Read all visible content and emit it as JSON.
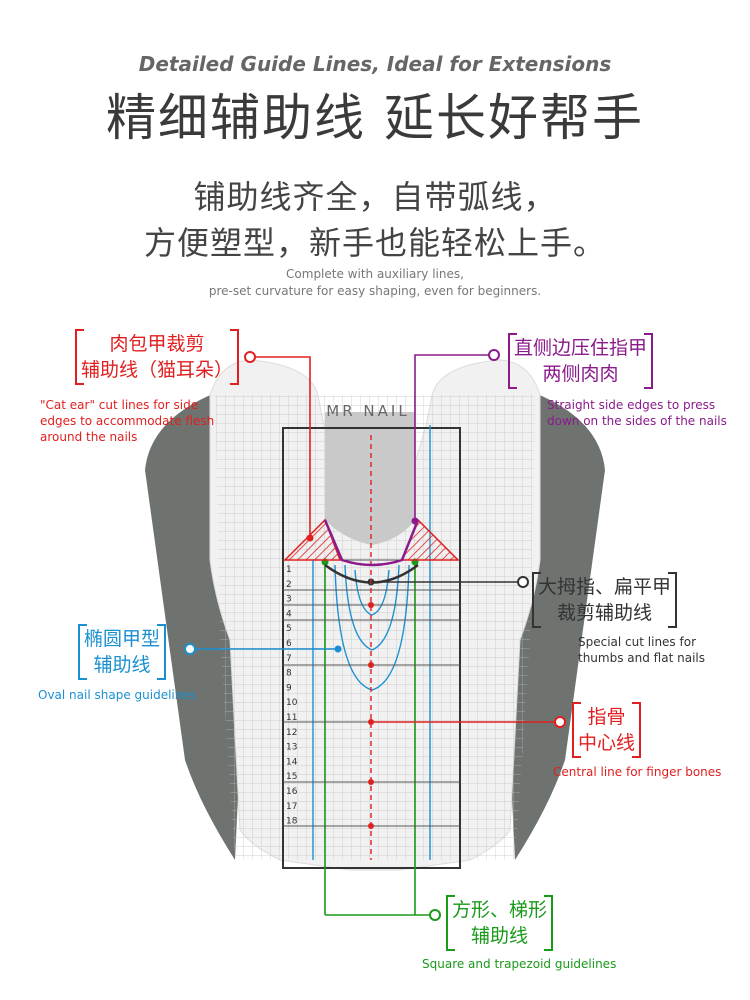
{
  "header": {
    "subtitle_en": "Detailed Guide Lines, Ideal for Extensions",
    "title_cn": "精细辅助线 延长好帮手"
  },
  "intro": {
    "line1_cn": "铺助线齐全，自带弧线，",
    "line2_cn": "方便塑型，新手也能轻松上手。",
    "line1_en": "Complete with auxiliary lines,",
    "line2_en": "pre-set curvature for easy shaping, even for beginners."
  },
  "form": {
    "brand": "MR NAIL",
    "scale_numbers": [
      "1",
      "2",
      "3",
      "4",
      "5",
      "6",
      "7",
      "8",
      "9",
      "10",
      "11",
      "12",
      "13",
      "14",
      "15",
      "16",
      "17",
      "18"
    ]
  },
  "callouts": {
    "cat_ear": {
      "label_cn_1": "肉包甲裁剪",
      "label_cn_2": "辅助线（猫耳朵）",
      "note_1": "\"Cat ear\" cut lines for side",
      "note_2": "edges to accommodate flesh",
      "note_3": "around the nails",
      "color": "#e02020"
    },
    "straight_side": {
      "label_cn_1": "直侧边压住指甲",
      "label_cn_2": "两侧肉肉",
      "note_1": "Straight side edges to press",
      "note_2": "down on the sides of the nails",
      "color": "#8b1a8b"
    },
    "thumb": {
      "label_cn_1": "大拇指、扁平甲",
      "label_cn_2": "裁剪辅助线",
      "note_1": "Special cut lines for",
      "note_2": "thumbs and flat nails",
      "color": "#333333"
    },
    "oval": {
      "label_cn_1": "椭圆甲型",
      "label_cn_2": "辅助线",
      "note_1": "Oval nail shape guidelines",
      "color": "#1a90d0"
    },
    "center": {
      "label_cn_1": "指骨",
      "label_cn_2": "中心线",
      "note_1": "Central line for finger bones",
      "color": "#e02020"
    },
    "square": {
      "label_cn_1": "方形、梯形",
      "label_cn_2": "辅助线",
      "note_1": "Square and trapezoid guidelines",
      "color": "#1a9a1a"
    }
  }
}
